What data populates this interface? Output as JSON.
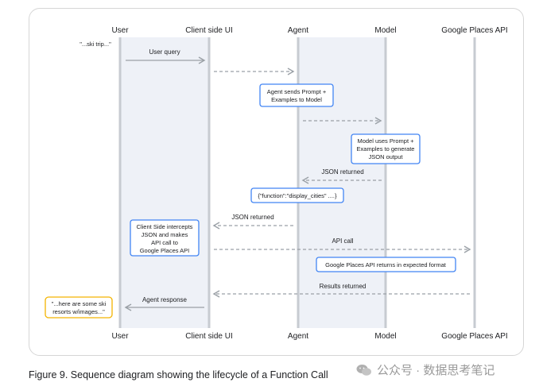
{
  "diagram": {
    "participants": [
      "User",
      "Client side UI",
      "Agent",
      "Model",
      "Google Places API"
    ],
    "user_input_note": "\"...ski trip...\"",
    "steps": {
      "user_query": "User query",
      "agent_prompt_line1": "Agent sends Prompt +",
      "agent_prompt_line2": "Examples to Model",
      "model_line1": "Model uses Prompt +",
      "model_line2": "Examples to generate",
      "model_line3": "JSON output",
      "json_returned_1": "JSON returned",
      "function_json": "{\"function\":\"display_cities\" ....}",
      "json_returned_2": "JSON returned",
      "client_line1": "Client Side intercepts",
      "client_line2": "JSON and makes",
      "client_line3": "API call to",
      "client_line4": "Google Places API",
      "api_call": "API call",
      "places_returns": "Google Places API returns in expected format",
      "results_returned": "Results returned",
      "agent_response": "Agent response",
      "final_line1": "\"...here are some ski",
      "final_line2": "resorts w/images...\""
    },
    "colors": {
      "lane": "#c7cbd1",
      "arrow": "#9aa0a6",
      "note_border": "#4285f4",
      "user_output_border": "#f4b400",
      "lane_shade": "#eef1f7"
    }
  },
  "caption": "Figure 9. Sequence diagram showing the lifecycle of a Function Call",
  "watermark": "公众号 · 数据思考笔记"
}
